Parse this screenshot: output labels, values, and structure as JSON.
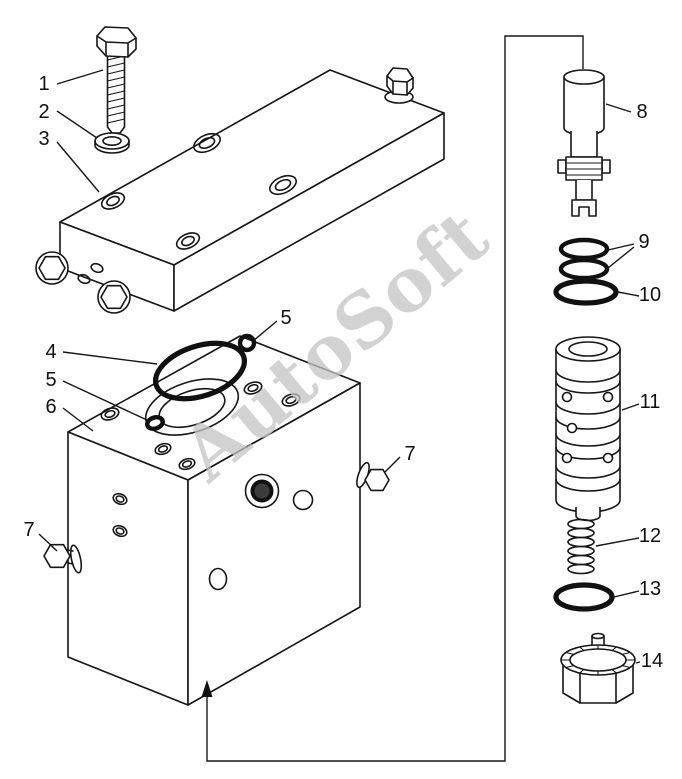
{
  "diagram": {
    "watermark": "AutoSoft",
    "callouts": {
      "c1": "1",
      "c2": "2",
      "c3": "3",
      "c4": "4",
      "c5a": "5",
      "c5b": "5",
      "c6": "6",
      "c7a": "7",
      "c7b": "7",
      "c8": "8",
      "c9": "9",
      "c10": "10",
      "c11": "11",
      "c12": "12",
      "c13": "13",
      "c14": "14"
    },
    "colors": {
      "line": "#161616",
      "watermark": "#c4c4c4",
      "background": "#ffffff"
    }
  }
}
